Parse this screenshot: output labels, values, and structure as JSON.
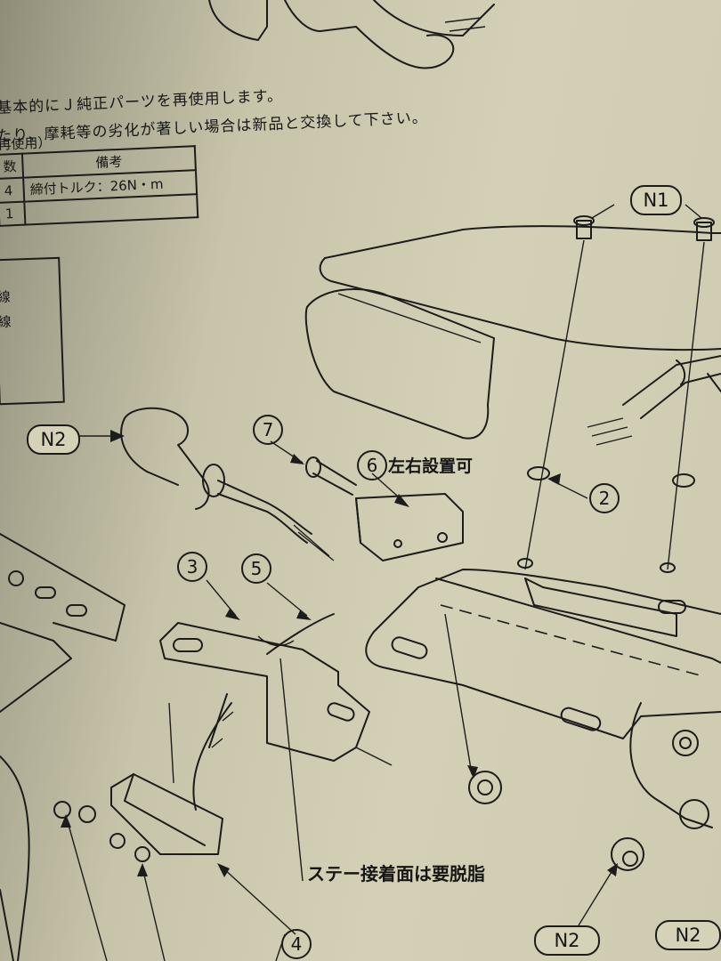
{
  "notes": {
    "line1": "基本的にＪ純正パーツを再使用します。",
    "line2": "たり、摩耗等の劣化が著しい場合は新品と交換して下さい。"
  },
  "table": {
    "caption": "再使用）",
    "header_qty": "数",
    "header_remarks": "備考",
    "rows": [
      {
        "qty": "4",
        "remarks": "締付トルク：26N・m"
      },
      {
        "qty": "1",
        "remarks": ""
      }
    ]
  },
  "side_box": {
    "line1": "線",
    "line2": "線"
  },
  "callouts": {
    "n1": "N1",
    "n2_left": "N2",
    "n2_bottom": "N2",
    "n2_bottom_right": "N2",
    "num_2": "2",
    "num_3": "3",
    "num_4": "4",
    "num_5": "5",
    "num_6": "6",
    "num_7": "7"
  },
  "labels": {
    "install_either_side": "左右設置可",
    "degrease_note": "ステー接着面は要脱脂"
  }
}
